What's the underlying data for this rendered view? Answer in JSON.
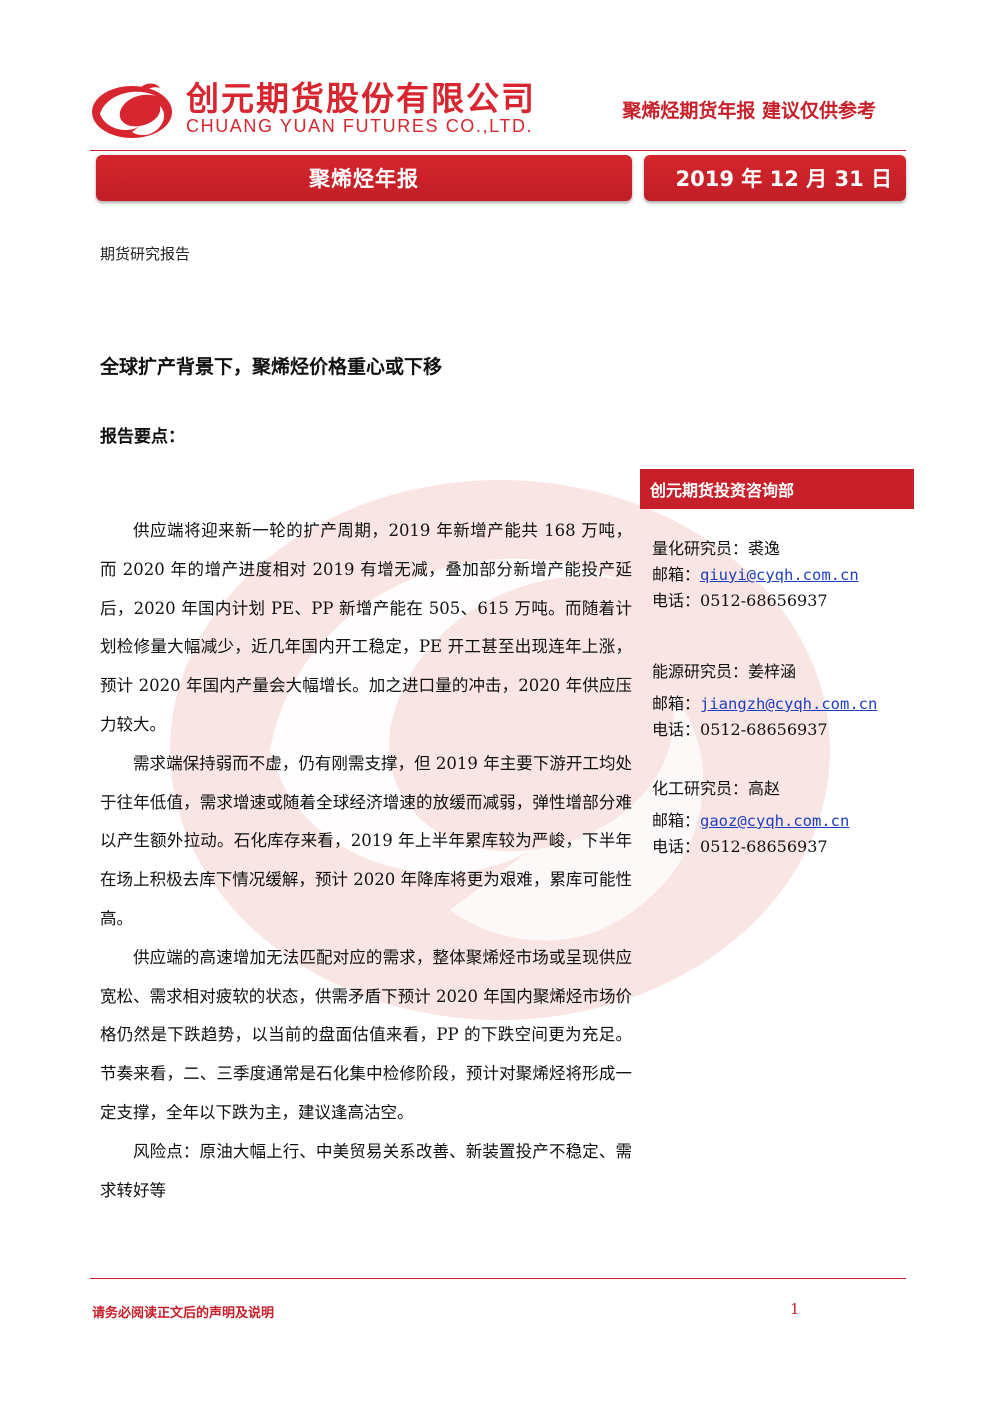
{
  "header": {
    "company_cn": "创元期货股份有限公司",
    "company_en": "CHUANG YUAN FUTURES CO.,LTD.",
    "tagline": "聚烯烃期货年报  建议仅供参考",
    "banner_title": "聚烯烃年报",
    "banner_date": "2019 年 12 月 31 日"
  },
  "report": {
    "type": "期货研究报告",
    "title": "全球扩产背景下，聚烯烃价格重心或下移",
    "key_points_label": "报告要点："
  },
  "paragraphs": [
    "供应端将迎来新一轮的扩产周期，2019 年新增产能共 168 万吨，而 2020 年的增产进度相对 2019 有增无减，叠加部分新增产能投产延后，2020 年国内计划 PE、PP 新增产能在 505、615 万吨。而随着计划检修量大幅减少，近几年国内开工稳定，PE 开工甚至出现连年上涨，预计 2020 年国内产量会大幅增长。加之进口量的冲击，2020 年供应压力较大。",
    "需求端保持弱而不虚，仍有刚需支撑，但 2019 年主要下游开工均处于往年低值，需求增速或随着全球经济增速的放缓而减弱，弹性增部分难以产生额外拉动。石化库存来看，2019 年上半年累库较为严峻，下半年在场上积极去库下情况缓解，预计 2020 年降库将更为艰难，累库可能性高。",
    "供应端的高速增加无法匹配对应的需求，整体聚烯烃市场或呈现供应宽松、需求相对疲软的状态，供需矛盾下预计 2020 年国内聚烯烃市场价格仍然是下跌趋势，以当前的盘面估值来看，PP 的下跌空间更为充足。节奏来看，二、三季度通常是石化集中检修阶段，预计对聚烯烃将形成一定支撑，全年以下跌为主，建议逢高沽空。",
    "风险点：原油大幅上行、中美贸易关系改善、新装置投产不稳定、需求转好等"
  ],
  "sidebar": {
    "title": "创元期货投资咨询部",
    "email_label": "邮箱：",
    "phone_label": "电话：",
    "contacts": [
      {
        "role": "量化研究员：裘逸",
        "email": "qiuyi@cyqh.com.cn",
        "phone": "0512-68656937"
      },
      {
        "role": "能源研究员：姜梓涵",
        "email": "jiangzh@cyqh.com.cn",
        "phone": "0512-68656937"
      },
      {
        "role": "化工研究员：高赵",
        "email": "gaoz@cyqh.com.cn",
        "phone": "0512-68656937"
      }
    ]
  },
  "footer": {
    "note": "请务必阅读正文后的声明及说明",
    "page": "1"
  },
  "colors": {
    "brand_red": "#c8202a",
    "link_blue": "#1f3fbf"
  }
}
